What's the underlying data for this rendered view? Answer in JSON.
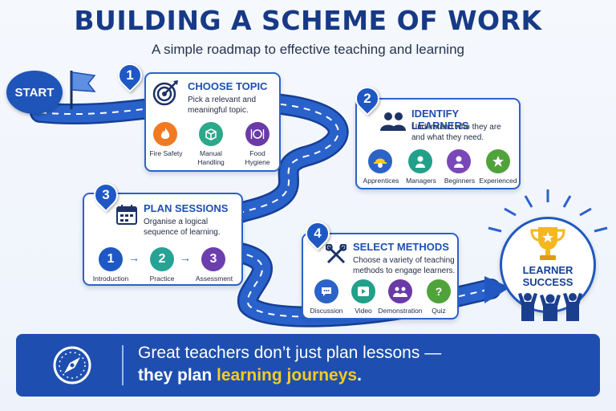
{
  "header": {
    "title": "BUILDING A SCHEME OF WORK",
    "subtitle": "A simple roadmap to effective teaching and learning"
  },
  "start": {
    "label": "START"
  },
  "steps": [
    {
      "number": "1",
      "title": "CHOOSE TOPIC",
      "description": "Pick a relevant and meaningful topic.",
      "icon": "target-icon",
      "items": [
        {
          "label": "Fire Safety",
          "icon": "flame-icon",
          "color": "#f07a22"
        },
        {
          "label": "Manual Handling",
          "icon": "box-icon",
          "color": "#2ea88a"
        },
        {
          "label": "Food Hygiene",
          "icon": "plate-icon",
          "color": "#6a3aa6"
        }
      ]
    },
    {
      "number": "2",
      "title": "IDENTIFY LEARNERS",
      "description": "Understand who they are and what they need.",
      "icon": "people-icon",
      "items": [
        {
          "label": "Apprentices",
          "icon": "hard-hat-icon",
          "color": "#2b63c8"
        },
        {
          "label": "Managers",
          "icon": "manager-icon",
          "color": "#23a08a"
        },
        {
          "label": "Beginners",
          "icon": "person-icon",
          "color": "#7a47b8"
        },
        {
          "label": "Experienced",
          "icon": "star-icon",
          "color": "#4fa33a"
        }
      ]
    },
    {
      "number": "3",
      "title": "PLAN SESSIONS",
      "description": "Organise a logical sequence of learning.",
      "icon": "calendar-icon",
      "items": [
        {
          "label": "Introduction",
          "value": "1",
          "color": "#1f58c4"
        },
        {
          "label": "Practice",
          "value": "2",
          "color": "#27a396"
        },
        {
          "label": "Assessment",
          "value": "3",
          "color": "#6b3fae"
        }
      ]
    },
    {
      "number": "4",
      "title": "SELECT METHODS",
      "description": "Choose a variety of teaching methods to engage learners.",
      "icon": "tools-icon",
      "items": [
        {
          "label": "Discussion",
          "icon": "chat-icon",
          "color": "#2b63c8"
        },
        {
          "label": "Video",
          "icon": "play-icon",
          "color": "#23a08a"
        },
        {
          "label": "Demonstration",
          "icon": "group-icon",
          "color": "#6a3aa6"
        },
        {
          "label": "Quiz",
          "icon": "question-icon",
          "color": "#4fa33a"
        }
      ]
    }
  ],
  "success": {
    "line1": "LEARNER",
    "line2": "SUCCESS",
    "icon": "trophy-icon"
  },
  "banner": {
    "line1": "Great teachers don’t just plan lessons —",
    "line2_prefix": "they plan ",
    "line2_highlight": "learning journeys",
    "line2_suffix": ".",
    "icon": "compass-icon"
  },
  "colors": {
    "primary": "#1f54b8",
    "road": "#2257c2",
    "highlight": "#f7cb22"
  }
}
